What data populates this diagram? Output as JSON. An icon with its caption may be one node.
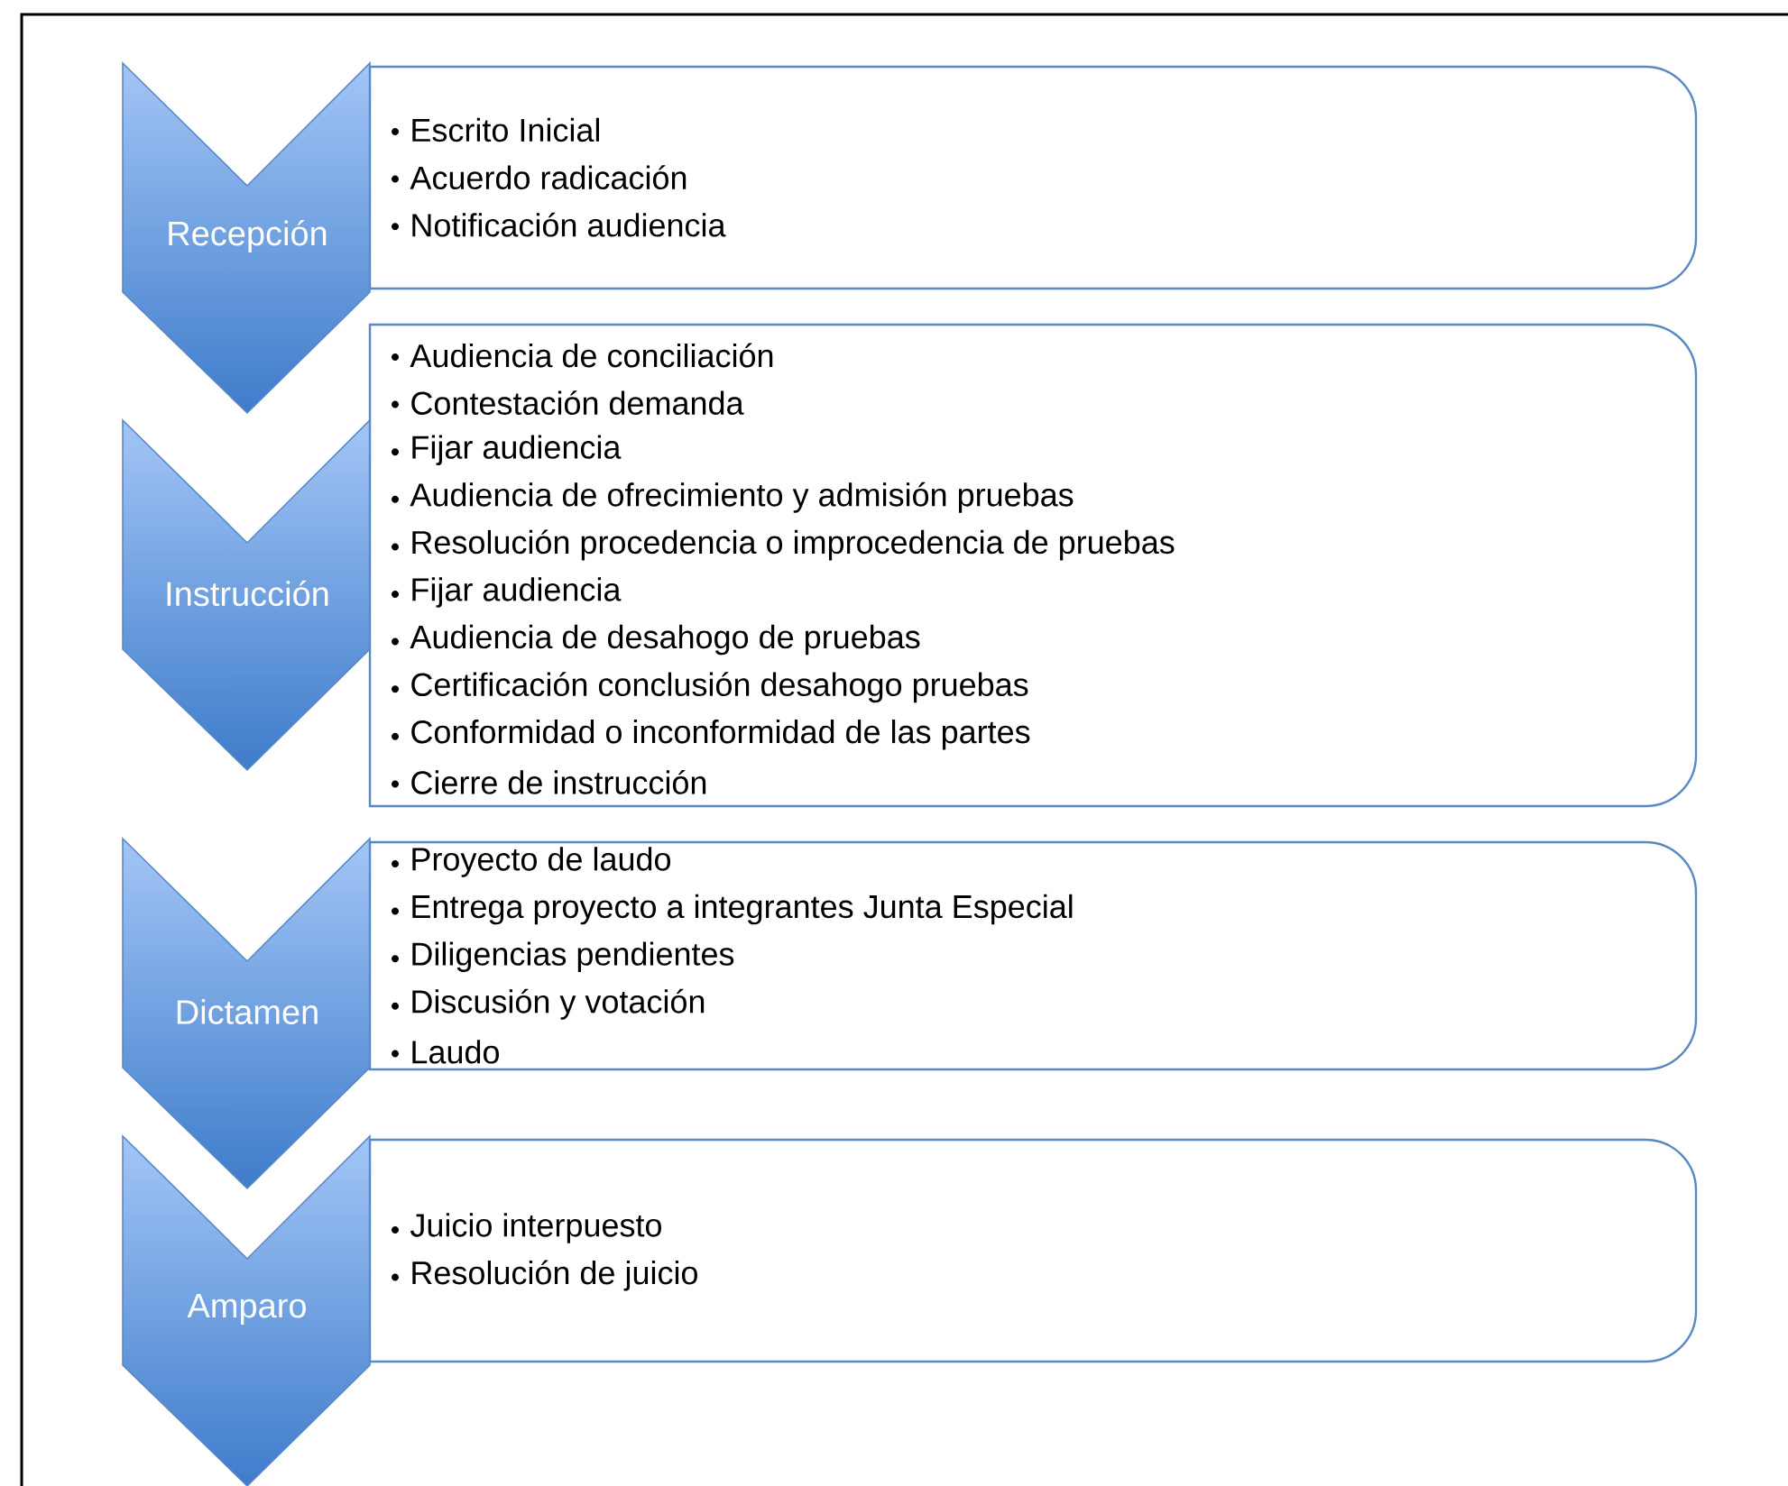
{
  "diagram": {
    "nodes": [
      {
        "text": [
          "Recepción"
        ]
      },
      {
        "text": [
          "Escrito Inicial",
          "Acuerdo radicación",
          "Notificación audiencia"
        ]
      },
      {
        "text": [
          "Instrucción"
        ]
      },
      {
        "text": [
          "Audiencia de conciliación",
          "Contestación demanda",
          "Fijar audiencia",
          "Audiencia de ofrecimiento y admisión pruebas",
          "Resolución procedencia o improcedencia de pruebas",
          "Fijar audiencia",
          "Audiencia de desahogo de pruebas",
          "Certificación conclusión desahogo pruebas",
          "Conformidad o inconformidad de las partes",
          "Cierre de instrucción"
        ]
      },
      {
        "text": [
          "Dictamen"
        ]
      },
      {
        "text": [
          "Proyecto de laudo",
          "Entrega proyecto a integrantes Junta Especial",
          "Diligencias pendientes",
          "Discusión y votación",
          "Laudo"
        ]
      },
      {
        "text": [
          "Amparo"
        ]
      },
      {
        "text": [
          "Juicio interpuesto",
          "Resolución de juicio"
        ]
      }
    ]
  }
}
